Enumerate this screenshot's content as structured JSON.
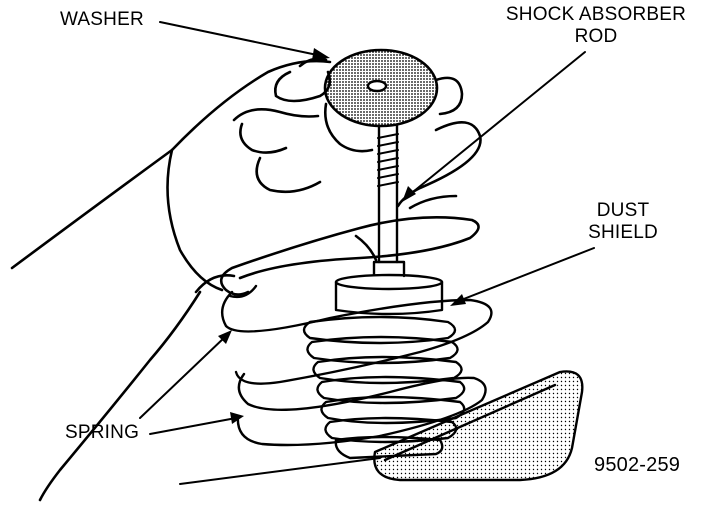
{
  "diagram": {
    "labels": {
      "washer": "WASHER",
      "shock_absorber_rod_line1": "SHOCK ABSORBER",
      "shock_absorber_rod_line2": "ROD",
      "dust_shield_line1": "DUST",
      "dust_shield_line2": "SHIELD",
      "spring": "SPRING"
    },
    "figure_number": "9502-259"
  }
}
